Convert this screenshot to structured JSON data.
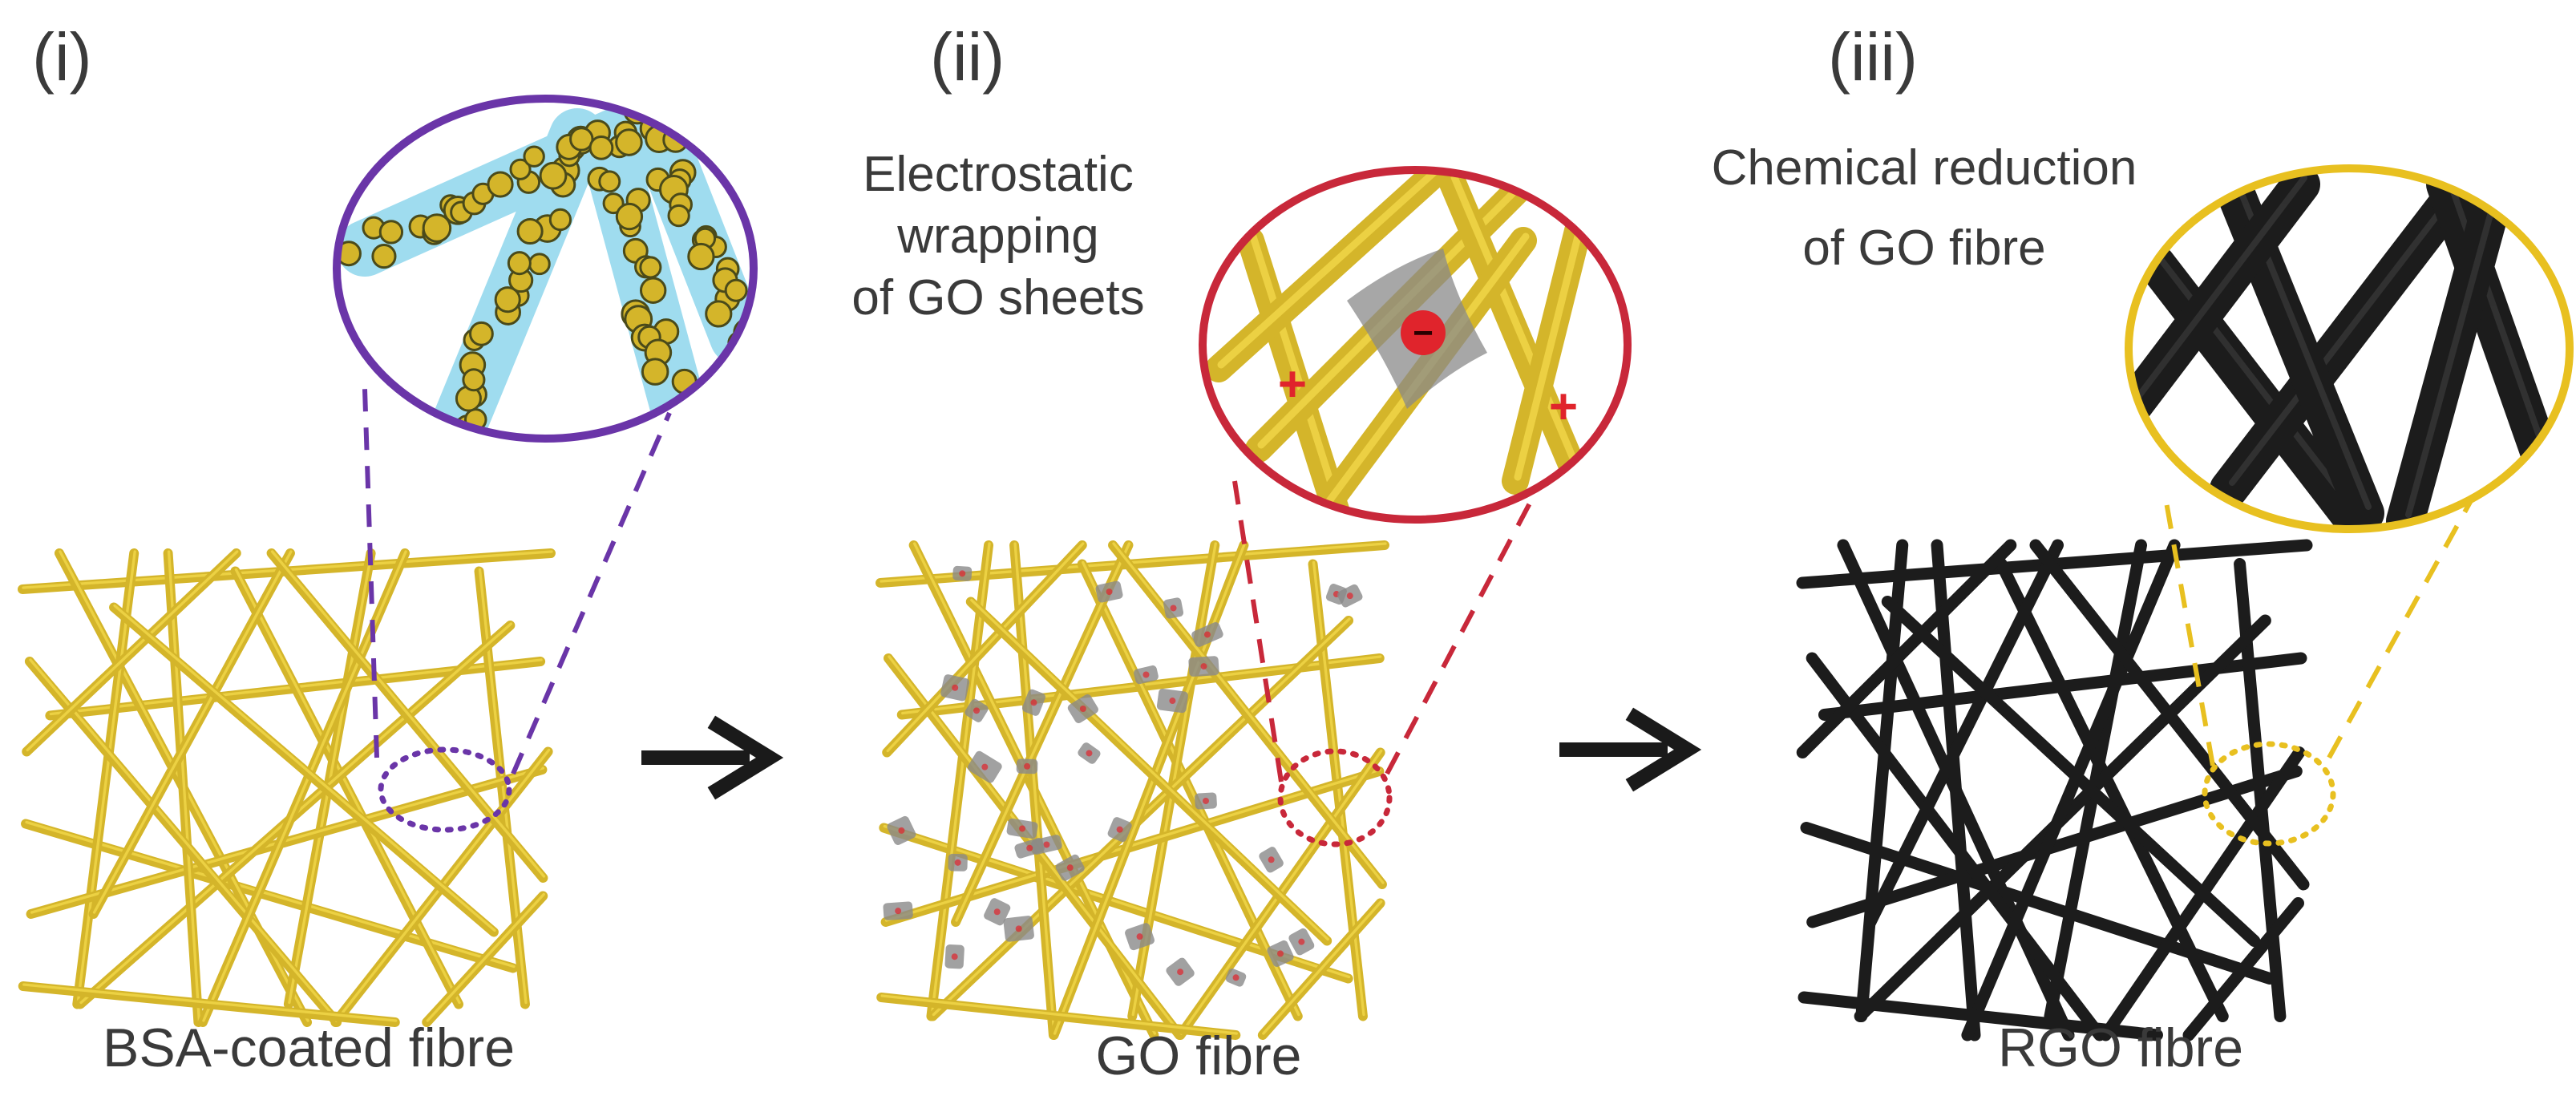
{
  "steps": [
    {
      "numeral": "(i)",
      "process": [],
      "caption": "BSA-coated fibre",
      "fibre_color": "#d4b52a",
      "highlight_color": "#f2d84a",
      "lens_color": "#6a35a8",
      "lens_fill": "#9fdcef"
    },
    {
      "numeral": "(ii)",
      "process": [
        "Electrostatic",
        "wrapping",
        "of GO sheets"
      ],
      "caption": "GO fibre",
      "fibre_color": "#d4b52a",
      "highlight_color": "#f2d84a",
      "lens_color": "#c8283a",
      "sheet_color": "#8a8a8a",
      "charge_positive": "+",
      "charge_negative": "−",
      "charge_color": "#e0242c"
    },
    {
      "numeral": "(iii)",
      "process": [
        "Chemical reduction",
        "of GO fibre"
      ],
      "caption": "RGO fibre",
      "fibre_color": "#1c1c1c",
      "highlight_color": "#3a3a3a",
      "lens_color": "#e8c020"
    }
  ],
  "arrow_color": "#1a1a1a"
}
